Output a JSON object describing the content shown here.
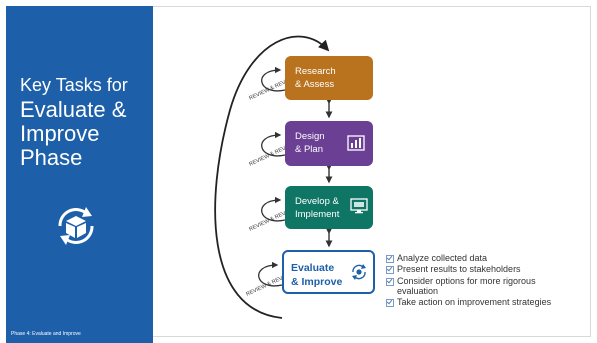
{
  "slide": {
    "title_line1": "Key Tasks for",
    "title_line2": "Evaluate &",
    "title_line3": "Improve",
    "title_line4": "Phase",
    "footer": "Phase 4: Evaluate and Improve",
    "panel_color": "#1d5fa8",
    "icon": "cycle-box-icon"
  },
  "flow": {
    "steps": [
      {
        "line1": "Research",
        "line2": "& Assess",
        "color": "#b9721e"
      },
      {
        "line1": "Design",
        "line2": "& Plan",
        "color": "#6a3f94",
        "icon": "chart-icon"
      },
      {
        "line1": "Develop &",
        "line2": "Implement",
        "color": "#0f7666",
        "icon": "monitor-icon"
      },
      {
        "line1": "Evaluate",
        "line2": "& Improve",
        "color": "#1d5fa8",
        "icon": "gear-cycle-icon"
      }
    ],
    "loop_label": "REVIEW & REVISE"
  },
  "checklist": [
    "Analyze collected data",
    "Present results to stakeholders",
    "Consider options for more rigorous",
    "evaluation",
    "Take action on improvement strategies"
  ]
}
